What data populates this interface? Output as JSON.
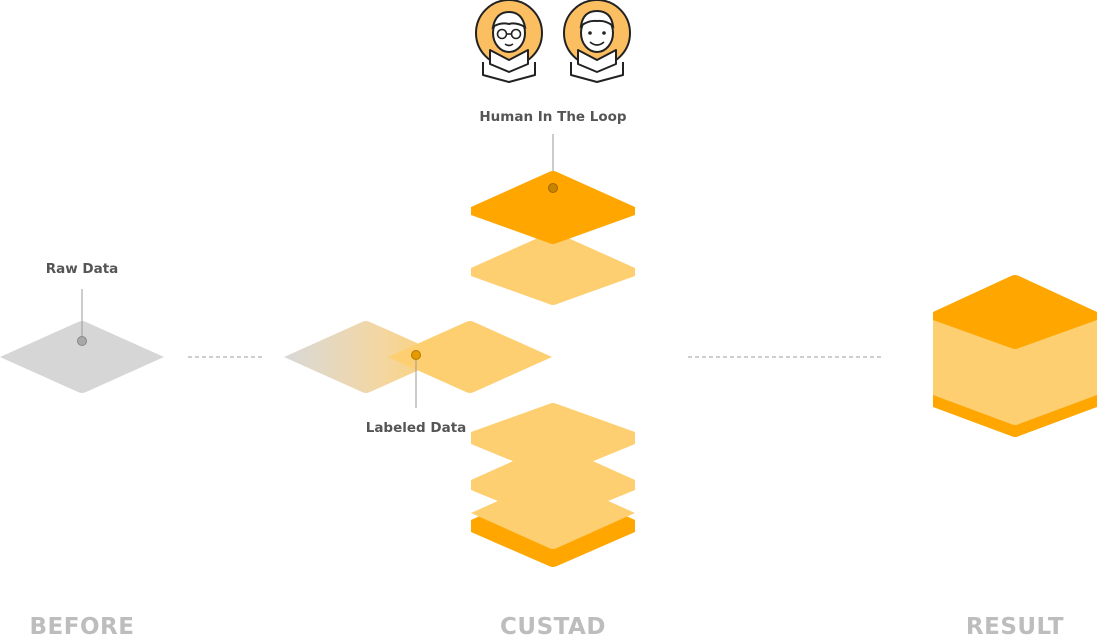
{
  "labels": {
    "raw_data": "Raw Data",
    "labeled_data": "Labeled Data",
    "human_in_the_loop": "Human In The Loop"
  },
  "stages": {
    "before": "BEFORE",
    "custad": "CUSTAD",
    "result": "RESULT"
  },
  "colors": {
    "orange": "#FFA600",
    "light_orange": "#FDCF71",
    "gray": "#D6D6D6",
    "text": "#555555",
    "stage_text": "#BDBDBD"
  },
  "icons": [
    "human-avatar-glasses-icon",
    "human-avatar-icon"
  ]
}
